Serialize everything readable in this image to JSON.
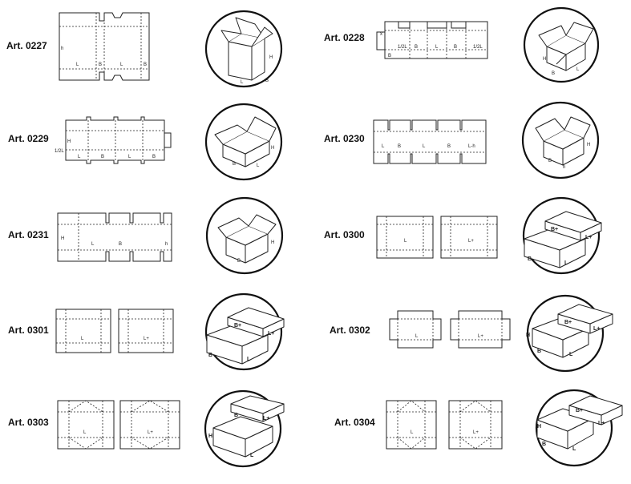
{
  "articles": [
    {
      "label": "Art. 0227"
    },
    {
      "label": "Art. 0228"
    },
    {
      "label": "Art. 0229"
    },
    {
      "label": "Art. 0230"
    },
    {
      "label": "Art. 0231"
    },
    {
      "label": "Art. 0300"
    },
    {
      "label": "Art. 0301"
    },
    {
      "label": "Art. 0302"
    },
    {
      "label": "Art. 0303"
    },
    {
      "label": "Art. 0304"
    }
  ],
  "dims": {
    "L": "L",
    "B": "B",
    "H": "H",
    "h": "h",
    "x": "x",
    "half_b": "1/2L",
    "l_plus": "L+",
    "b_plus": "B+",
    "l_minus_h": "L-h"
  }
}
